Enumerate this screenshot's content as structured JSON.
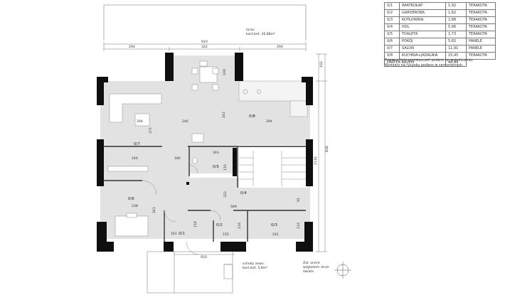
{
  "rooms_table": {
    "rows": [
      {
        "id": "0/1",
        "name": "WIATROŁAP",
        "area": "1,92",
        "floor": "TERAKOTA"
      },
      {
        "id": "0/2",
        "name": "GARDEROBA",
        "area": "1,82",
        "floor": "TERAKOTA"
      },
      {
        "id": "0/3",
        "name": "KOTŁOWNIA",
        "area": "2,88",
        "floor": "TERAKOTA"
      },
      {
        "id": "0/4",
        "name": "HOL",
        "area": "5,96",
        "floor": "TERAKOTA"
      },
      {
        "id": "0/5",
        "name": "TOALETA",
        "area": "1,73",
        "floor": "TERAKOTA"
      },
      {
        "id": "0/6",
        "name": "POKÓJ",
        "area": "5,82",
        "floor": "PANELE"
      },
      {
        "id": "0/7",
        "name": "SALON",
        "area": "11,91",
        "floor": "PANELE"
      },
      {
        "id": "0/8",
        "name": "KUCHNIA+JADALNIA",
        "area": "15,45",
        "floor": "TERAKOTA"
      }
    ],
    "total_label": "PARTER RAZEM",
    "total_area": "48,49"
  },
  "notes": [
    "Powierzchnie pomieszczeń podano po wykończeniu.",
    "Wymiary na rysunku podano w centymetrach."
  ],
  "terrace_label": {
    "line1": "taras",
    "line2": "kost.bet. 26,88m²"
  },
  "stairs_label": {
    "line1": "schody zewn.",
    "line2": "kost.bet. 5,8m²"
  },
  "orientation_label": {
    "line1": "Zał. orient",
    "line2": "względem stron",
    "line3": "świata"
  },
  "dimensions": {
    "top_total": "910",
    "top_inner": "322",
    "top_left": "294",
    "top_right": "294",
    "right_top": "102",
    "right_mid": "818",
    "right_main": "1116",
    "bottom": "910",
    "d100": "100",
    "d243": "243",
    "d375": "375",
    "d246": "246",
    "d294": "294",
    "d186": "186",
    "d303": "303",
    "d110": "110",
    "d323": "323",
    "d589": "589",
    "d91": "91",
    "d238": "238",
    "d241": "241",
    "d161": "161",
    "d118": "118",
    "d155": "155",
    "d116": "116",
    "d2411": "241",
    "d116b": "116",
    "d294b": "294"
  },
  "room_labels": {
    "r07": "0/7",
    "r08": "0/8",
    "r06": "0/6",
    "r05": "0/5",
    "r04": "0/4",
    "r01": "0/1",
    "r02": "0/2",
    "r03": "0/3"
  },
  "colors": {
    "wall": "#0f0f0f",
    "floor": "#e0e0e0",
    "line": "#555555"
  }
}
